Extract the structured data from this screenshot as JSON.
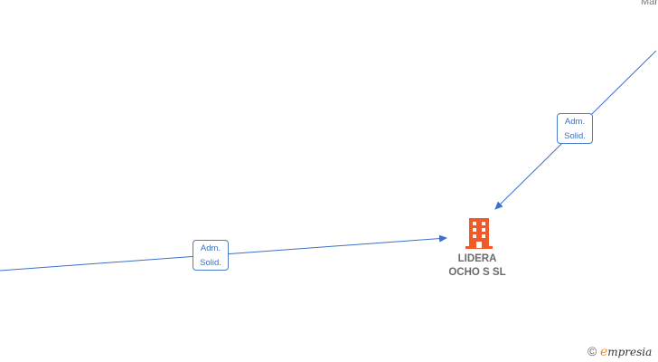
{
  "diagram": {
    "company": {
      "name_line1": "LIDERA",
      "name_line2": "OCHO S  SL",
      "icon": "building-icon",
      "icon_color": "#f05a28"
    },
    "top_person_label": "Mar",
    "edges": [
      {
        "label_line1": "Adm.",
        "label_line2": "Solid."
      },
      {
        "label_line1": "Adm.",
        "label_line2": "Solid."
      }
    ],
    "edge_color": "#3b6fc9",
    "watermark": {
      "symbol": "©",
      "brand_initial": "e",
      "brand_rest": "mpresia"
    }
  }
}
